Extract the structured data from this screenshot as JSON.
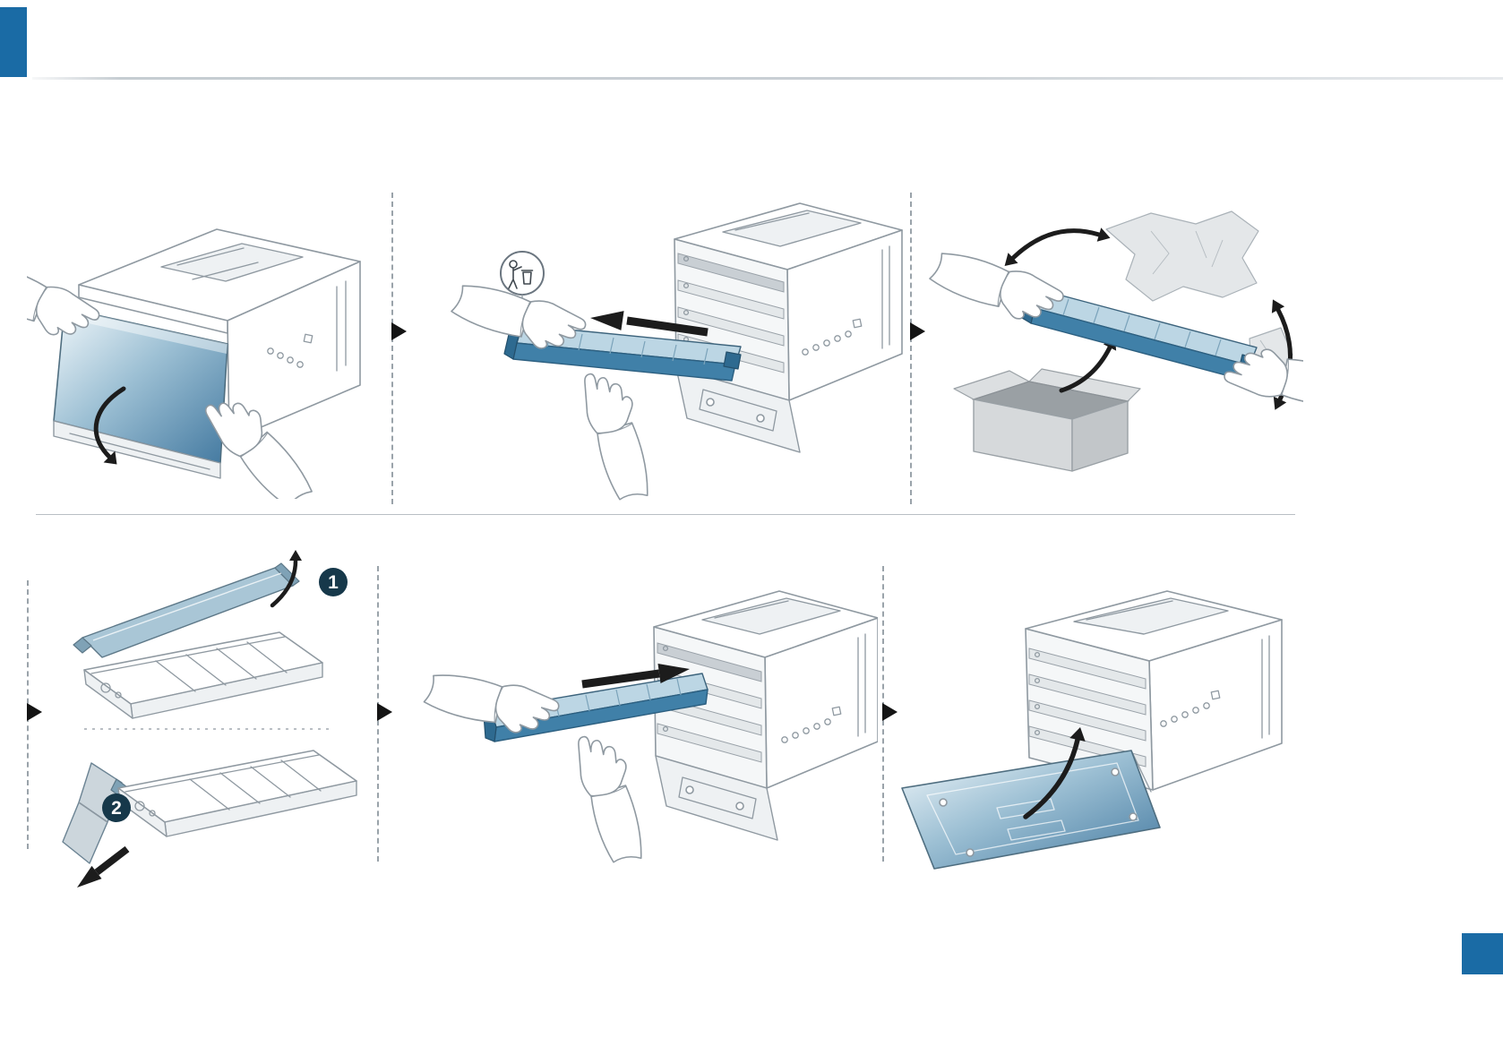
{
  "page": {
    "background": "#ffffff"
  },
  "colors": {
    "corner_tab_blue": "#1a6ba5",
    "cover_blue": "#4379a0",
    "cartridge_blue": "#4080a8",
    "cartridge_blue_light": "#bcd6e4",
    "outline_gray": "#8f99a1",
    "arrow_black": "#1c1c1c",
    "divider_gray": "#b9bfc4",
    "badge_navy": "#16384a",
    "box_gray": "#d6d9db"
  },
  "steps": {
    "badge_1": "1",
    "badge_2": "2"
  },
  "illustrations": {
    "row1": [
      "open-front-cover",
      "pull-out-toner-cartridge",
      "shake-cartridge-over-box"
    ],
    "row2": [
      "remove-protective-cover-and-seal",
      "insert-toner-cartridge",
      "close-front-cover"
    ]
  }
}
